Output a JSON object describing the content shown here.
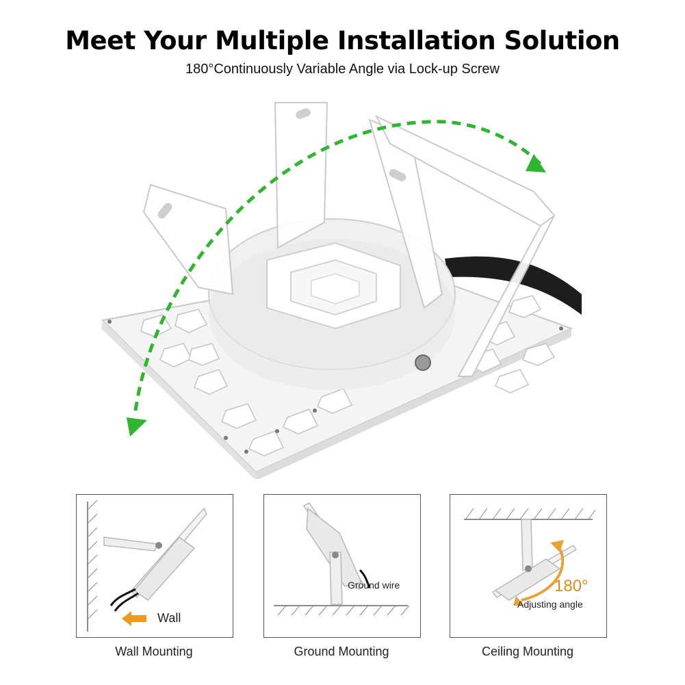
{
  "header": {
    "title": "Meet Your Multiple Installation Solution",
    "subtitle": "180°Continuously Variable Angle via Lock-up Screw"
  },
  "panels": [
    {
      "caption": "Wall Mounting",
      "label": "Wall"
    },
    {
      "caption": "Ground Mounting",
      "label": "Ground wire"
    },
    {
      "caption": "Ceiling Mounting",
      "angle_value": "180°",
      "angle_label": "Adjusting angle"
    }
  ],
  "colors": {
    "arrow_green": "#2fb52f",
    "wall_arrow_orange": "#f29a1d",
    "angle_arc_orange": "#e9a23a",
    "body_white": "#f2f2f2",
    "outline_gray": "#b9b9b9"
  },
  "icons": [
    "rotation-arrow-icon",
    "wall-direction-arrow-icon",
    "angle-arc-icon"
  ]
}
